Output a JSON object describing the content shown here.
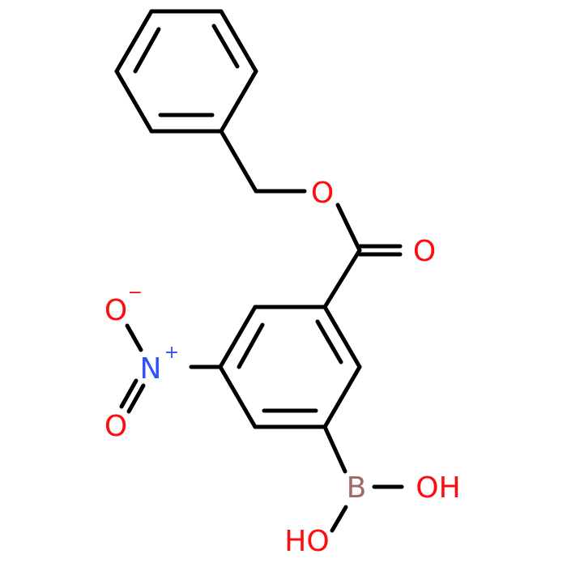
{
  "molecule": {
    "atoms": {
      "ester_ether_o": {
        "label": "O",
        "color": "#ff0d0d"
      },
      "carbonyl_o": {
        "label": "O",
        "color": "#ff0d0d"
      },
      "nitro_n": {
        "label": "N",
        "charge": "+",
        "color": "#3050f8"
      },
      "nitro_o_minus": {
        "label": "O",
        "charge": "−",
        "color": "#ff0d0d"
      },
      "nitro_o": {
        "label": "O",
        "color": "#ff0d0d"
      },
      "boron": {
        "label": "B",
        "color": "#a06a6a"
      },
      "boron_oh_1": {
        "label": "OH",
        "color": "#ff0d0d"
      },
      "boron_oh_2": {
        "label": "HO",
        "color": "#ff0d0d"
      }
    }
  }
}
